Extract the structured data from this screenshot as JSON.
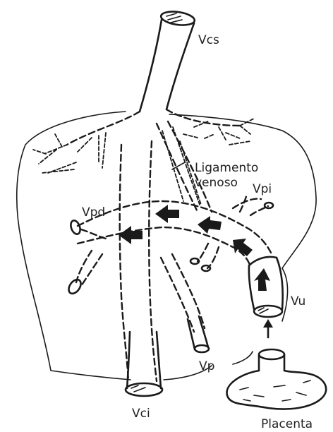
{
  "labels": {
    "vcs": "Vcs",
    "ligamento_1": "Ligamento",
    "ligamento_2": "venoso",
    "vpi": "Vpi",
    "vpd": "Vpd",
    "vu": "Vu",
    "vp": "Vp",
    "vci": "Vci",
    "placenta": "Placenta"
  },
  "colors": {
    "ink": "#1a1a1a",
    "background": "#ffffff"
  }
}
